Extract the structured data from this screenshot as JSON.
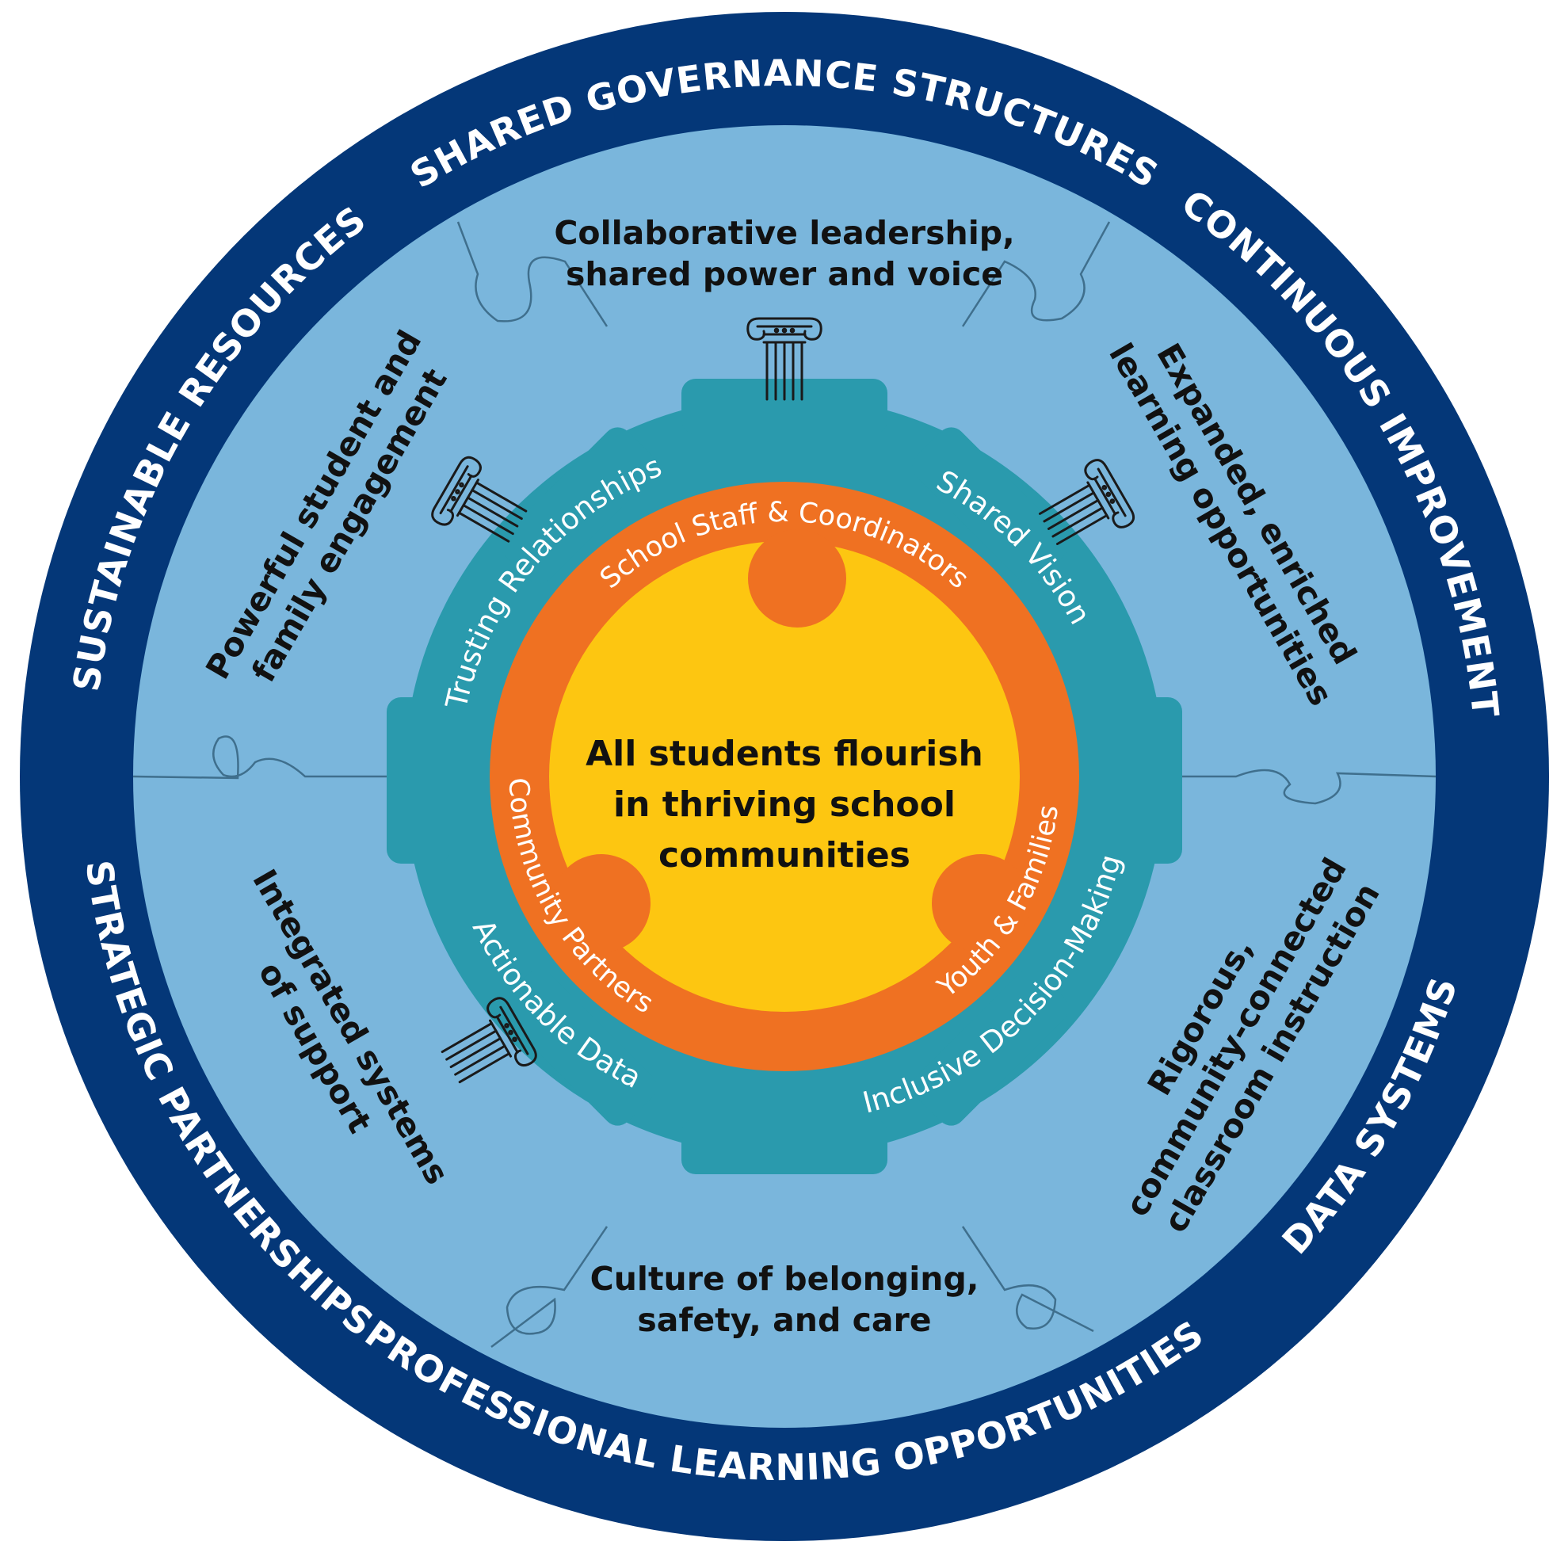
{
  "colors": {
    "outer_ring": "#043778",
    "puzzle_ring": "#7ab6dc",
    "gear": "#2a9aad",
    "people_ring": "#ef7122",
    "center": "#fdc611",
    "outer_text": "#ffffff",
    "pillar_text": "#111111"
  },
  "outer_ring": {
    "labels": [
      "SHARED GOVERNANCE STRUCTURES",
      "CONTINUOUS IMPROVEMENT",
      "DATA SYSTEMS",
      "PROFESSIONAL LEARNING OPPORTUNITIES",
      "STRATEGIC PARTNERSHIPS",
      "SUSTAINABLE RESOURCES"
    ]
  },
  "pillars": [
    {
      "lines": [
        "Collaborative leadership,",
        "shared power and voice"
      ],
      "icon": "pillar-icon"
    },
    {
      "lines": [
        "Expanded, enriched",
        "learning opportunities"
      ],
      "icon": "pillar-icon"
    },
    {
      "lines": [
        "Rigorous,",
        "community-connected",
        "classroom instruction"
      ]
    },
    {
      "lines": [
        "Culture of belonging,",
        "safety, and care"
      ]
    },
    {
      "lines": [
        "Integrated systems",
        "of support"
      ],
      "icon": "pillar-icon"
    },
    {
      "lines": [
        "Powerful student and",
        "family engagement"
      ],
      "icon": "pillar-icon"
    }
  ],
  "gear_ring": {
    "labels": [
      "Trusting Relationships",
      "Shared Vision",
      "Inclusive Decision-Making",
      "Actionable Data"
    ]
  },
  "people_ring": {
    "labels": [
      "School Staff & Coordinators",
      "Youth & Families",
      "Community Partners"
    ]
  },
  "center": {
    "lines": [
      "All students flourish",
      "in thriving school",
      "communities"
    ]
  }
}
